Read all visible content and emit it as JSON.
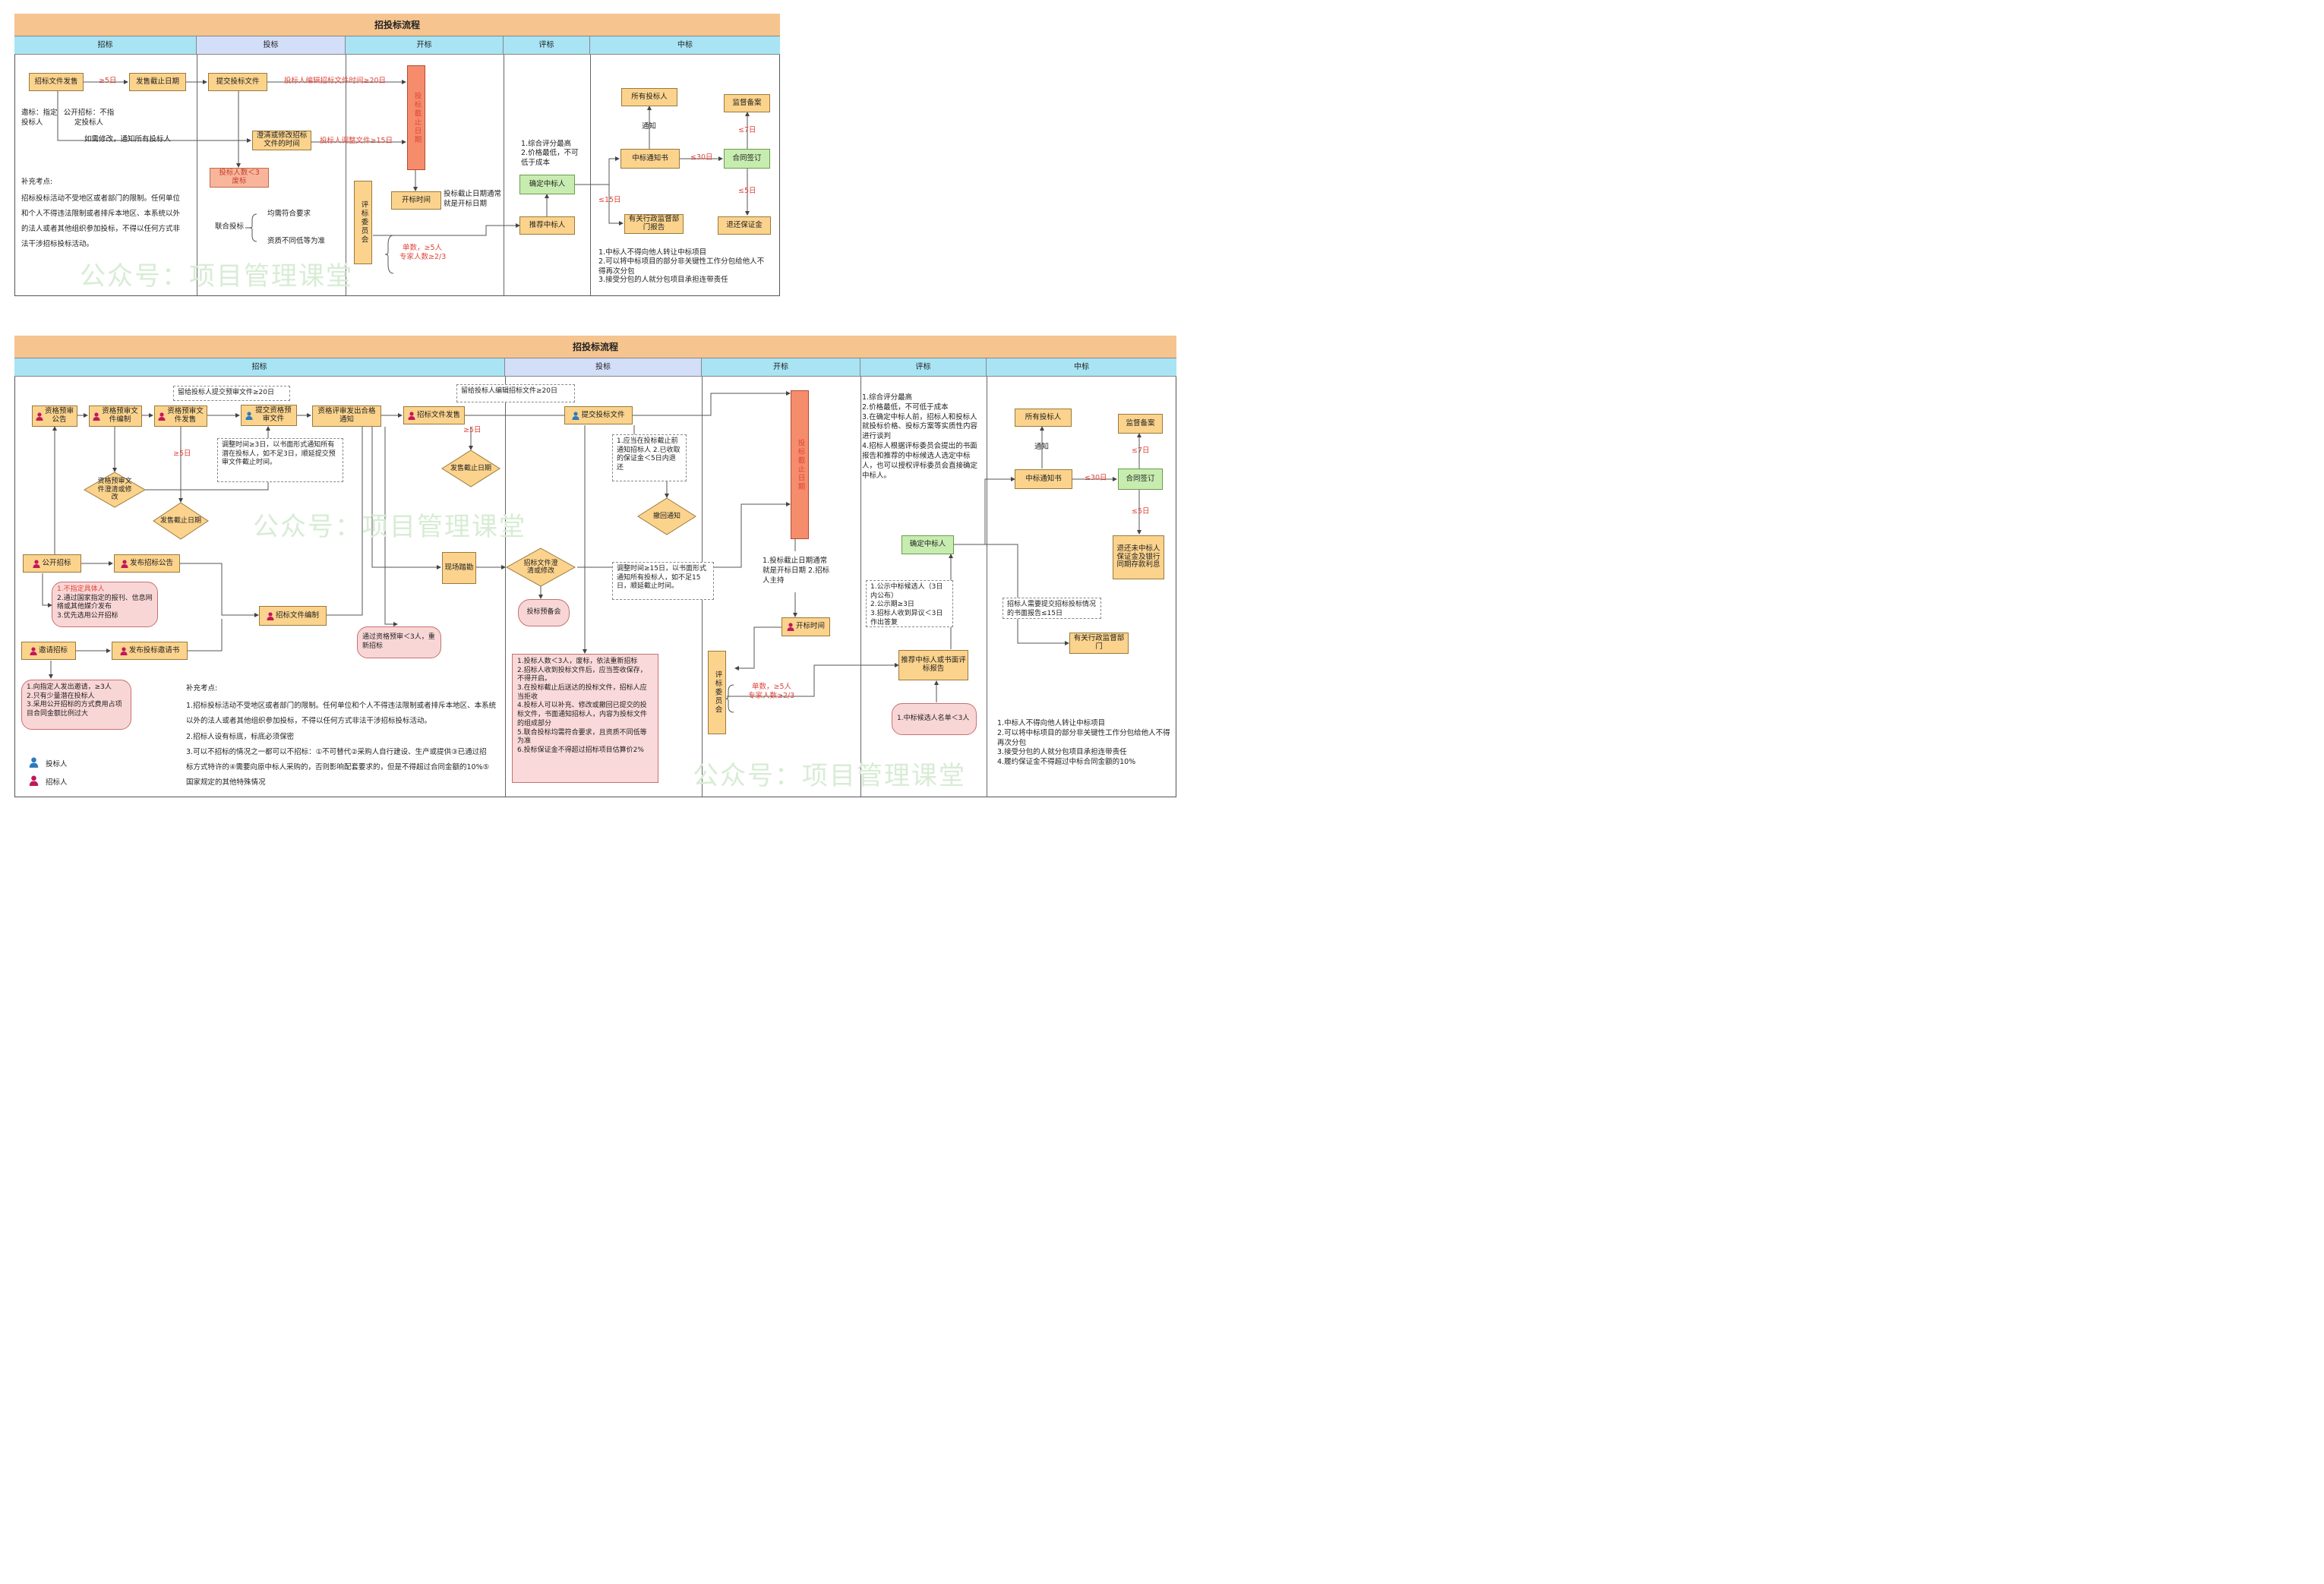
{
  "d1": {
    "title": "招投标流程",
    "lanes": [
      "招标",
      "投标",
      "开标",
      "评标",
      "中标"
    ],
    "nodes": {
      "sell": "招标文件发售",
      "deadline": "发售截止日期",
      "submit": "提交投标文件",
      "clarify": "澄清或修改招标文件的时间",
      "fewbid": "投标人数＜3\n废标",
      "bidclose": "投标截止日期",
      "opentime": "开标时间",
      "committee": "评标委员会",
      "confirm": "确定中标人",
      "recommend": "推荐中标人",
      "allbidders": "所有投标人",
      "notice": "中标通知书",
      "report": "有关行政监督部门报告",
      "supervise": "监督备案",
      "contract": "合同签订",
      "refund": "退还保证金"
    },
    "labels": {
      "ge5": "≥5日",
      "edit20": "投标人编辑招标文件时间≥20日",
      "invite": "邀标：指定投标人",
      "public": "公开招标：不指定投标人",
      "modify": "如需修改，通知所有投标人",
      "adj15": "投标人调整文件≥15日",
      "openeq": "投标截止日期通常就是开标日期",
      "criteria1": "1.综合评分最高",
      "criteria2": "2.价格最低，不可低于成本",
      "notify": "通知",
      "le30": "≤30日",
      "le7": "≤7日",
      "le5": "≤5日",
      "le15": "≤15日",
      "joint": "联合投标",
      "joint1": "均需符合要求",
      "joint2": "资质不同低等为准",
      "single": "单数，≥5人",
      "expert": "专家人数≥2/3"
    },
    "supplement_title": "补充考点:",
    "supplement": "招标投标活动不受地区或者部门的限制。任何单位和个人不得违法限制或者排斥本地区、本系统以外的法人或者其他组织参加投标，不得以任何方式非法干涉招标投标活动。",
    "award_notes": [
      "1.中标人不得向他人转让中标项目",
      "2.可以将中标项目的部分非关键性工作分包给他人不得再次分包",
      "3.接受分包的人就分包项目承担连带责任"
    ],
    "watermark": "公众号：项目管理课堂"
  },
  "d2": {
    "title": "招投标流程",
    "lanes": [
      "招标",
      "投标",
      "开标",
      "评标",
      "中标"
    ],
    "nodes": {
      "prequal_notice": "资格预审公告",
      "prequal_edit": "资格预审文件编制",
      "prequal_sell": "资格预审文件发售",
      "submit_qual": "提交资格预审文件",
      "qual_review": "资格评审发出合格通知",
      "tender_sell": "招标文件发售",
      "submit_bid": "提交投标文件",
      "bid_close": "投标截止日期",
      "public_tender": "公开招标",
      "publish_notice": "发布招标公告",
      "tender_edit": "招标文件编制",
      "site": "现场踏勘",
      "bid_meeting": "投标预备会",
      "invite_tender": "邀请招标",
      "publish_invite": "发布投标邀请书",
      "open_time": "开标时间",
      "committee": "评标委员会",
      "confirm": "确定中标人",
      "recommend": "推荐中标人或书面评标报告",
      "allbidders": "所有投标人",
      "notice": "中标通知书",
      "supervise": "监督备案",
      "contract": "合同签订",
      "refund": "退还未中标人保证金及银行同期存款利息",
      "report_dept": "有关行政监督部门"
    },
    "diamonds": {
      "prequal_clarify": "资格预审文件澄清或修改",
      "sale_deadline1": "发售截止日期",
      "sale_deadline2": "发售截止日期",
      "withdraw": "撤回通知",
      "tender_clarify": "招标文件澄清或修改"
    },
    "labels": {
      "keep20a": "留给投标人提交预审文件≥20日",
      "keep20b": "留给投标人编辑招标文件≥20日",
      "ge5a": "≥5日",
      "ge5b": "≥5日",
      "adjust3": "调整时间≥3日，以书面形式通知所有潜在投标人，如不足3日，顺延提交预审文件截止时间。",
      "submit_note": "1.应当在投标截止前通知招标人 2.已收取的保证金＜5日内退还",
      "adjust15": "调整时间≥15日，以书面形式通知所有投标人，如不足15日，顺延截止时间。",
      "open_note": "1.投标截止日期通常就是开标日期 2.招标人主持",
      "qual_fail": "通过资格预审＜3人，重新招标",
      "single": "单数，≥5人",
      "expert": "专家人数≥2/3",
      "notify": "通知",
      "le30": "≤30日",
      "le7": "≤7日",
      "le5": "≤5日",
      "report15": "招标人需要提交招标投标情况的书面报告≤15日",
      "candidates": "1.中标候选人名单＜3人"
    },
    "public_notes": [
      "1.不指定具体人",
      "2.通过国家指定的报刊、信息网络或其他媒介发布",
      "3.优先选用公开招标"
    ],
    "invite_notes": [
      "1.向指定人发出邀请，≥3人",
      "2.只有少量潜在投标人",
      "3.采用公开招标的方式费用占项目合同金额比例过大"
    ],
    "bid_notes": [
      "1.投标人数＜3人，废标，依法重新招标",
      "2.招标人收到投标文件后，应当签收保存，不得开启。",
      "3.在投标截止后送达的投标文件，招标人应当拒收",
      "4.投标人可以补充、修改或撤回已提交的投标文件，书面通知招标人，内容为投标文件的组成部分",
      "5.联合投标均需符合要求，且资质不同低等为准",
      "6.投标保证金不得超过招标项目估算价2%"
    ],
    "eval_notes": [
      "1.综合评分最高",
      "2.价格最低，不可低于成本",
      "3.在确定中标人前，招标人和投标人就投标价格、投标方案等实质性内容进行谈判",
      "4.招标人根据评标委员会提出的书面报告和推荐的中标候选人选定中标人，也可以授权评标委员会直接确定中标人。"
    ],
    "publicity_notes": [
      "1.公示中标候选人（3日内公布）",
      "2.公示期≥3日",
      "3.招标人收到异议＜3日作出答复"
    ],
    "award_notes": [
      "1.中标人不得向他人转让中标项目",
      "2.可以将中标项目的部分非关键性工作分包给他人不得再次分包",
      "3.接受分包的人就分包项目承担连带责任",
      "4.履约保证金不得超过中标合同金额的10%"
    ],
    "supplement_title": "补充考点:",
    "supplement": [
      "1.招标投标活动不受地区或者部门的限制。任何单位和个人不得违法限制或者排斥本地区、本系统以外的法人或者其他组织参加投标，不得以任何方式非法干涉招标投标活动。",
      "2.招标人设有标底，标底必须保密",
      "3.可以不招标的情况之一都可以不招标：①不可替代②采购人自行建设、生产或提供③已通过招标方式特许的④需要向原中标人采购的，否则影响配套要求的，但是不得超过合同金额的10%⑤国家规定的其他特殊情况"
    ],
    "legend": {
      "bidder": "投标人",
      "tenderer": "招标人"
    },
    "watermark": "公众号：项目管理课堂"
  },
  "colors": {
    "lane": "#a8e4f4",
    "title": "#f6c48e",
    "box": "#fbd38d",
    "green": "#c7ecb0",
    "red": "#f58c6c",
    "bidder_icon": "#2b7bbb",
    "tenderer_icon": "#c2185b"
  }
}
